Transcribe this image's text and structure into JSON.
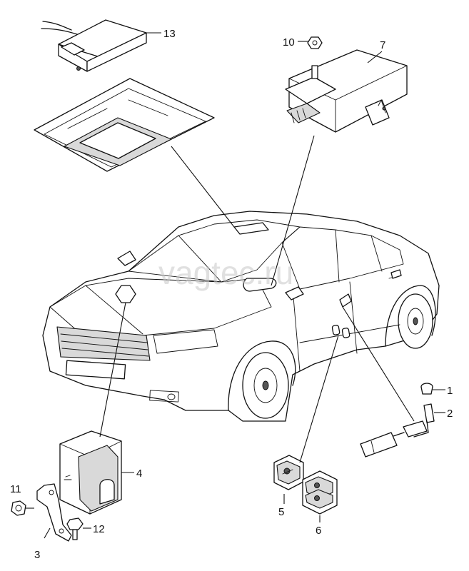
{
  "watermark": "vagtec.ru",
  "callouts": {
    "c1": "1",
    "c2": "2",
    "c3": "3",
    "c4": "4",
    "c5": "5",
    "c6": "6",
    "c7": "7",
    "c10": "10",
    "c11": "11",
    "c12": "12",
    "c13": "13"
  },
  "colors": {
    "line": "#111111",
    "fill": "#ffffff",
    "shade": "#d9d9d9",
    "watermark": "#c8c8c8"
  }
}
